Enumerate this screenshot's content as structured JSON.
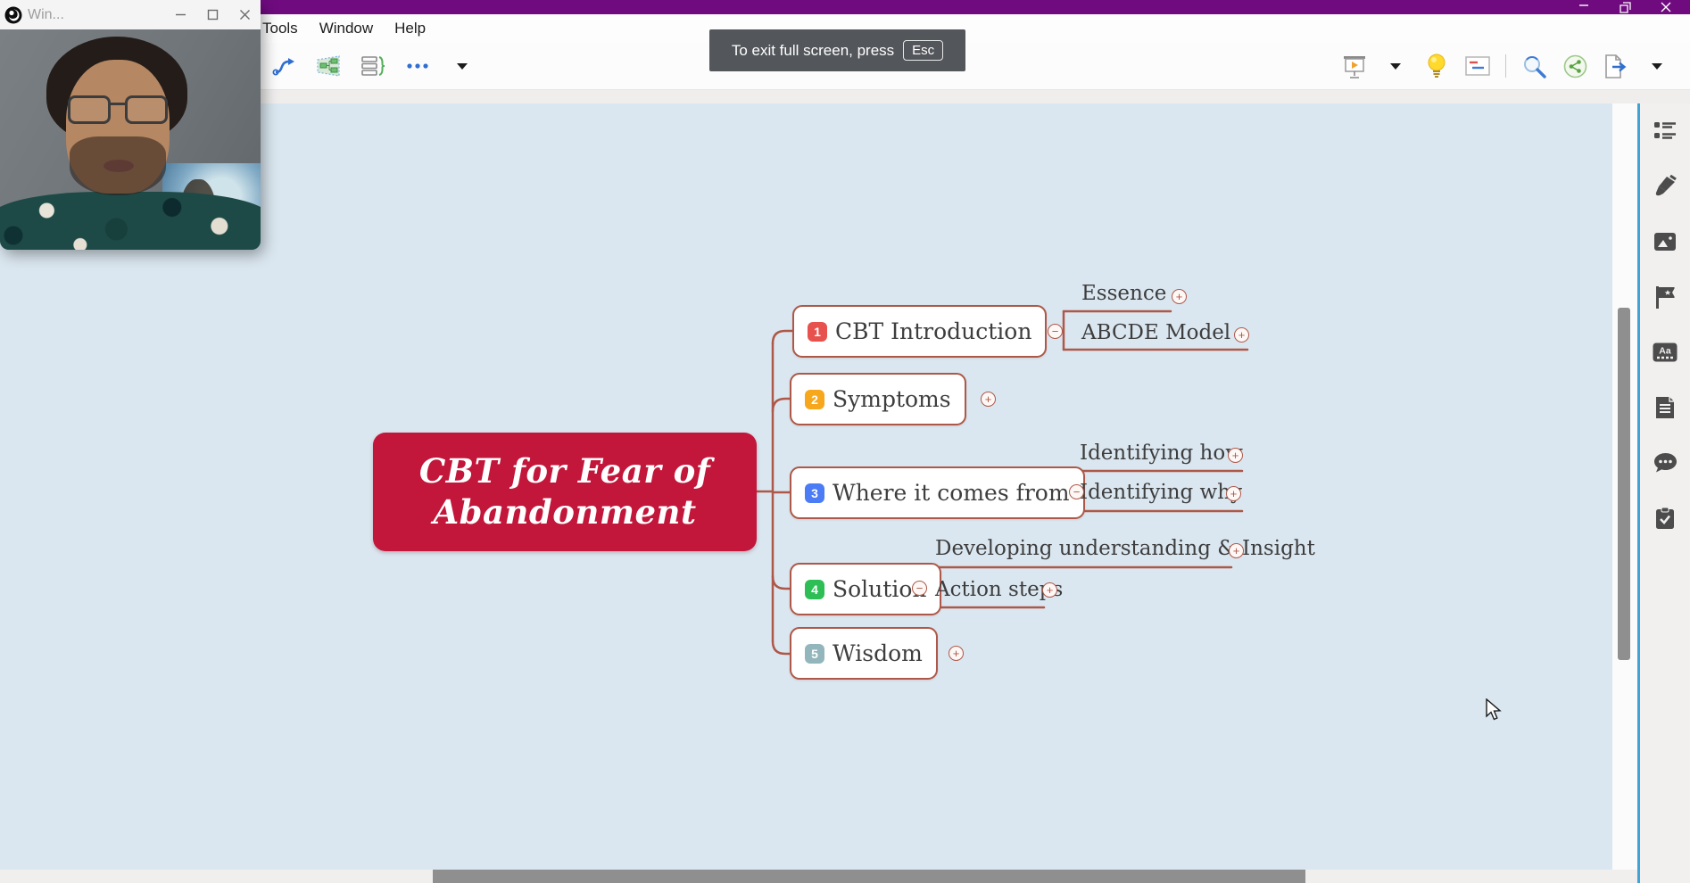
{
  "title_bar": {
    "color": "#6f0b7f",
    "controls": [
      {
        "name": "minimize"
      },
      {
        "name": "restore"
      },
      {
        "name": "close"
      }
    ]
  },
  "menu_bar": {
    "items": [
      {
        "label": "Tools"
      },
      {
        "label": "Window"
      },
      {
        "label": "Help"
      }
    ]
  },
  "toolbar": {
    "left_icons": [
      "relationship-icon",
      "structure-icon",
      "summary-icon",
      "more-options-icon",
      "dropdown-caret-icon"
    ],
    "right_icons": [
      "presentation-icon",
      "presentation-dropdown-icon",
      "tips-lightbulb-icon",
      "note-card-icon",
      "zoom-search-icon",
      "share-icon",
      "export-icon",
      "export-dropdown-icon"
    ]
  },
  "fullscreen_toast": {
    "message": "To exit full screen, press",
    "key": "Esc"
  },
  "webcam_overlay": {
    "title": "Win...",
    "controls": [
      "minimize",
      "maximize",
      "close"
    ]
  },
  "sidebar": {
    "icons": [
      "format-list-icon",
      "theme-brush-icon",
      "image-icon",
      "marker-flag-icon",
      "label-aa-icon",
      "notes-icon",
      "comments-icon",
      "task-clipboard-icon"
    ]
  },
  "mindmap": {
    "canvas_bg": "#dbe7f0",
    "canvas_border": "#3fa3d6",
    "line_color": "#ad5848",
    "central_topic": {
      "label": "CBT for Fear of Abandonment",
      "bg_color": "#c2163a"
    },
    "branches": [
      {
        "number": "1",
        "label": "CBT Introduction",
        "badge_color": "#e8524e",
        "expander": "collapse",
        "children": [
          {
            "label": "Essence"
          },
          {
            "label": "ABCDE Model"
          }
        ]
      },
      {
        "number": "2",
        "label": "Symptoms",
        "badge_color": "#f7a71b",
        "expander": "expand",
        "children": []
      },
      {
        "number": "3",
        "label": "Where it comes from",
        "badge_color": "#4b7bf5",
        "expander": "collapse",
        "children": [
          {
            "label": "Identifying how"
          },
          {
            "label": "Identifying why"
          }
        ]
      },
      {
        "number": "4",
        "label": "Solution",
        "badge_color": "#2dbf56",
        "expander": "collapse",
        "children": [
          {
            "label": "Developing understanding & Insight"
          },
          {
            "label": "Action steps"
          }
        ]
      },
      {
        "number": "5",
        "label": "Wisdom",
        "badge_color": "#93b6bc",
        "expander": "expand",
        "children": []
      }
    ]
  }
}
